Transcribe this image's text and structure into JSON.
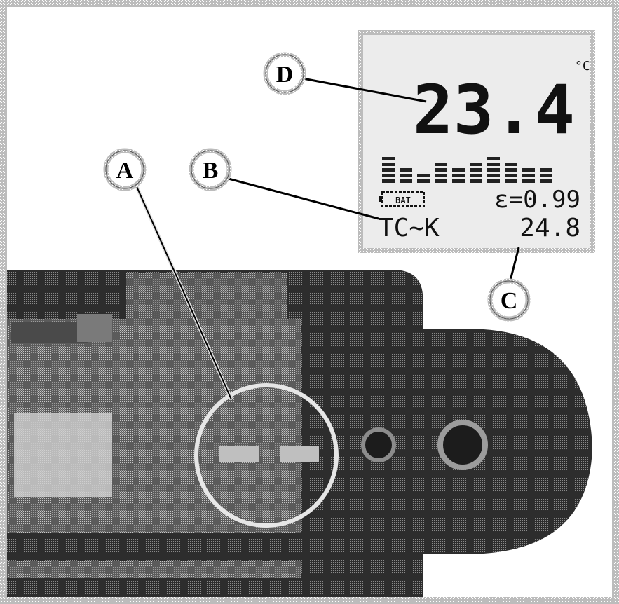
{
  "callouts": {
    "a": "A",
    "b": "B",
    "c": "C",
    "d": "D"
  },
  "lcd": {
    "main_reading": "23.4",
    "unit": "°C",
    "battery_label": "BAT",
    "emissivity": "ε=0.99",
    "probe_type": "TC~K",
    "probe_reading": "24.8"
  },
  "colors": {
    "lcd_background": "#ececec",
    "device_dark": "#2a2a2a",
    "device_mid": "#6a6a6a",
    "device_light": "#bdbdbd",
    "highlight_ring": "#e0e0e0"
  }
}
